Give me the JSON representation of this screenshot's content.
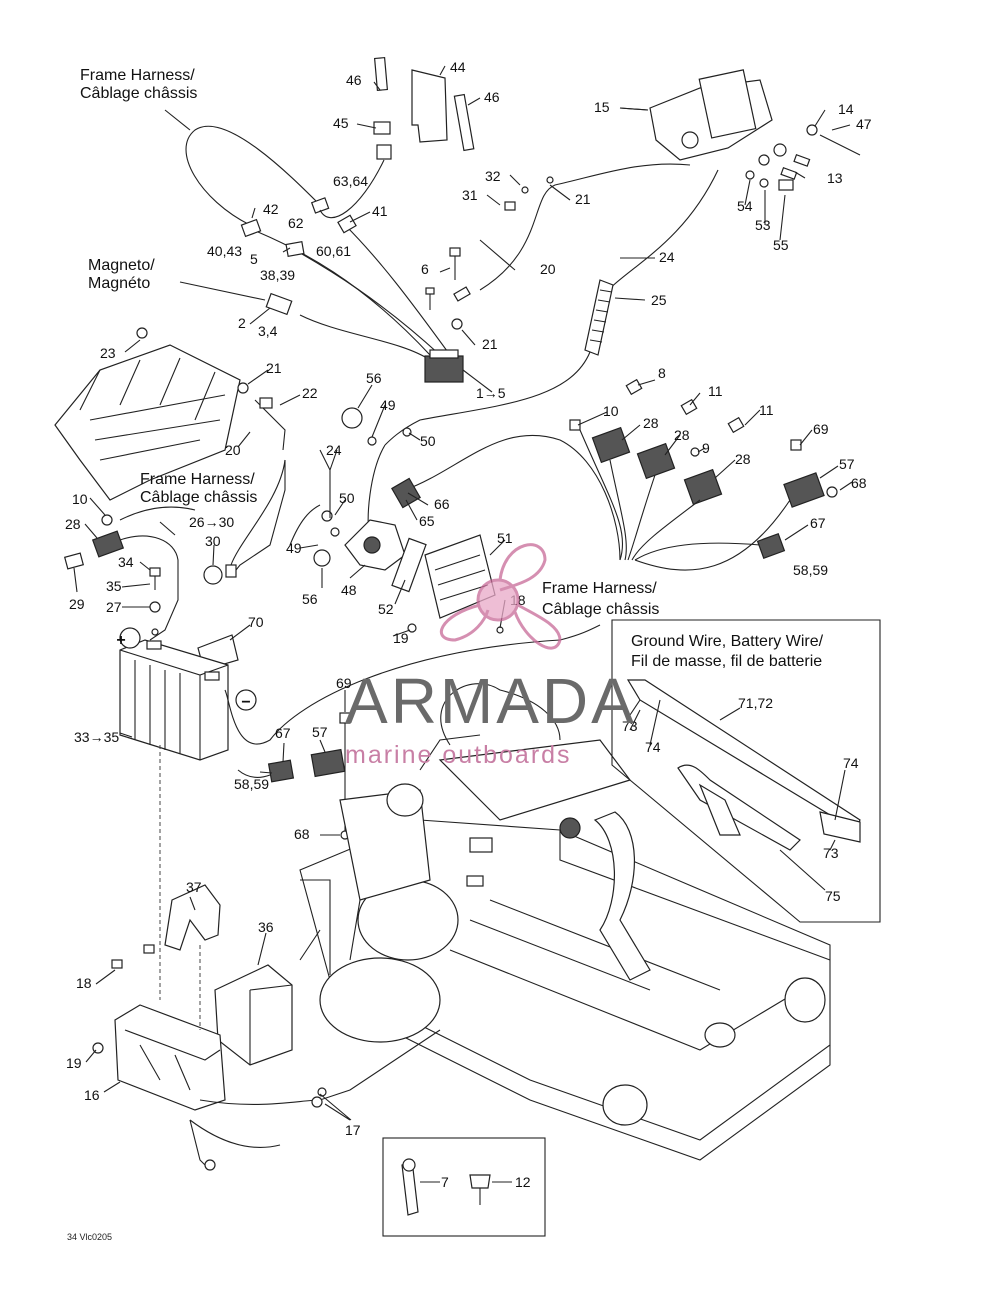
{
  "captions": {
    "frame_harness_top_1": "Frame Harness/",
    "frame_harness_top_2": "Câblage châssis",
    "magneto_1": "Magneto/",
    "magneto_2": "Magnéto",
    "frame_harness_left_1": "Frame Harness/",
    "frame_harness_left_2": "Câblage châssis",
    "frame_harness_right_1": "Frame Harness/",
    "frame_harness_right_2": "Câblage châssis",
    "ground_wire_1": "Ground Wire, Battery Wire/",
    "ground_wire_2": "Fil de masse, fil de batterie"
  },
  "battery_symbols": {
    "plus": "+",
    "minus": "−"
  },
  "callouts": {
    "c46a": "46",
    "c44": "44",
    "c46b": "46",
    "c45": "45",
    "c63_64": "63,64",
    "c42": "42",
    "c62": "62",
    "c41": "41",
    "c40_43": "40,43",
    "c60_61": "60,61",
    "c5": "5",
    "c38_39": "38,39",
    "c6": "6",
    "c2": "2",
    "c3_4": "3,4",
    "c21a": "21",
    "c1_5": "1→5",
    "c15": "15",
    "c14": "14",
    "c47": "47",
    "c13": "13",
    "c32": "32",
    "c31": "31",
    "c21b": "21",
    "c54": "54",
    "c53": "53",
    "c55": "55",
    "c20a": "20",
    "c24a": "24",
    "c25": "25",
    "c23": "23",
    "c21c": "21",
    "c22": "22",
    "c20b": "20",
    "c56a": "56",
    "c49a": "49",
    "c50a": "50",
    "c24b": "24",
    "c8": "8",
    "c11a": "11",
    "c11b": "11",
    "c10a": "10",
    "c28a": "28",
    "c28b": "28",
    "c9": "9",
    "c28c": "28",
    "c69a": "69",
    "c57a": "57",
    "c68a": "68",
    "c67a": "67",
    "c58_59a": "58,59",
    "c10b": "10",
    "c28d": "28",
    "c26_30": "26→30",
    "c30": "30",
    "c34": "34",
    "c29": "29",
    "c35": "35",
    "c27": "27",
    "c50b": "50",
    "c66": "66",
    "c65": "65",
    "c49b": "49",
    "c56b": "56",
    "c48": "48",
    "c51": "51",
    "c18a": "18",
    "c52": "52",
    "c19a": "19",
    "c70": "70",
    "c33_35": "33→35",
    "c69b": "69",
    "c67b": "67",
    "c57b": "57",
    "c58_59b": "58,59",
    "c68b": "68",
    "c71_72": "71,72",
    "c73a": "73",
    "c74a": "74",
    "c74b": "74",
    "c73b": "73",
    "c75": "75",
    "c37": "37",
    "c36": "36",
    "c18b": "18",
    "c19b": "19",
    "c16": "16",
    "c17": "17",
    "c7": "7",
    "c12": "12"
  },
  "watermark": {
    "brand": "ARMADA",
    "tagline": "marine outboards"
  },
  "drawing_code": "34 Vlc0205"
}
